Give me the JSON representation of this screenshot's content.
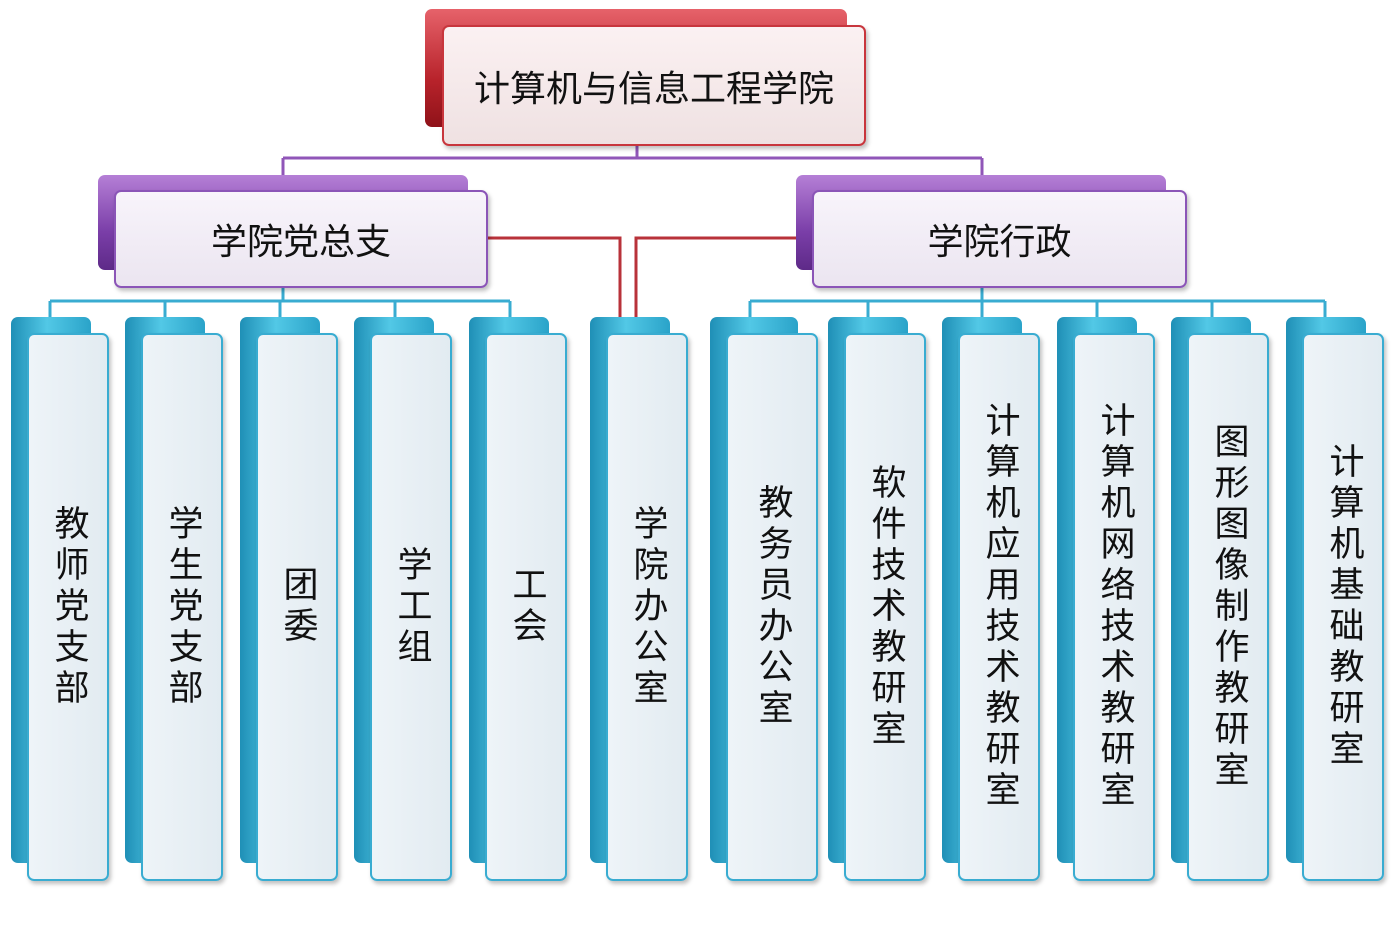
{
  "org": {
    "root": "计算机与信息工程学院",
    "branches": [
      {
        "label": "学院党总支",
        "children": [
          "教师党支部",
          "学生党支部",
          "团委",
          "学工组",
          "工会"
        ]
      },
      {
        "label": "学院行政",
        "children": [
          "教务员办公室",
          "软件技术教研室",
          "计算机应用技术教研室",
          "计算机网络技术教研室",
          "图形图像制作教研室",
          "计算机基础教研室"
        ]
      }
    ],
    "shared": "学院办公室"
  },
  "colors": {
    "root_accent": "#c8363d",
    "branch_accent": "#8b55b7",
    "leaf_accent": "#39acd1",
    "root_connector": "#b8323a",
    "branch_connector": "#9056b8",
    "leaf_connector": "#39acd1"
  }
}
